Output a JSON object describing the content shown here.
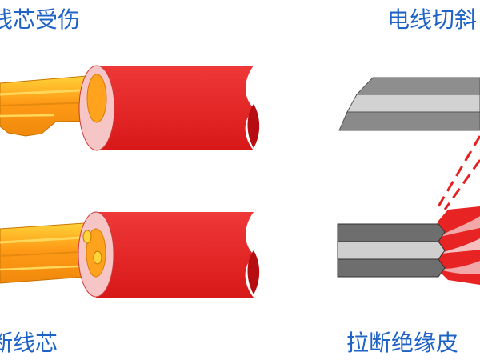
{
  "labels": {
    "top_left": "线芯受伤",
    "top_right": "电线切斜",
    "bottom_left": "断线芯",
    "bottom_right": "拉断绝缘皮"
  },
  "colors": {
    "label_text": "#1f63c6",
    "insulation_red": "#e82323",
    "insulation_dark": "#b00d12",
    "core_pink": "#f6c6c6",
    "copper_orange": "#ff9a16",
    "copper_yellow": "#ffd23a",
    "cutter_gray": "#8e8e8e",
    "dash_red": "#e62020"
  }
}
